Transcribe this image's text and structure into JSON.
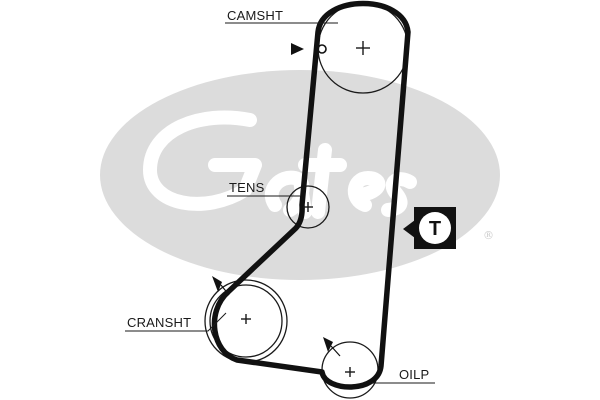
{
  "labels": {
    "camshaft": "CAMSHT",
    "tensioner": "TENS",
    "crankshaft": "CRANSHT",
    "oil_pump": "OILP",
    "timing_marker": "T"
  },
  "watermark": {
    "brand_mark": "®"
  },
  "colors": {
    "watermark_fill": "#dcdcdc",
    "belt": "#111111",
    "ink": "#1a1a1a"
  }
}
